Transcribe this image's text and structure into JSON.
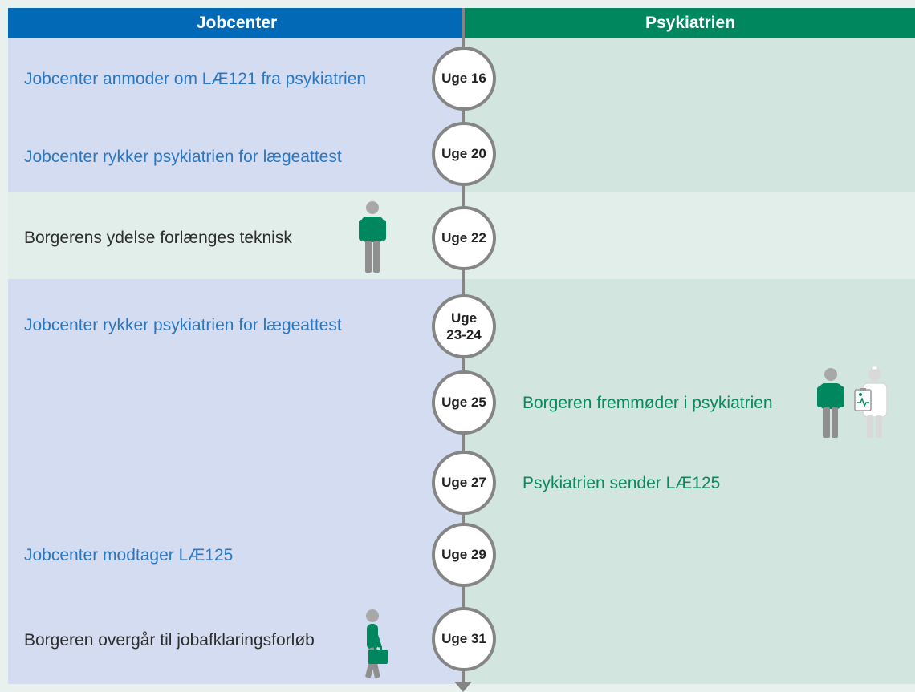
{
  "columns": {
    "left": "Jobcenter",
    "right": "Psykiatrien"
  },
  "colors": {
    "jobcenter": "#0169b5",
    "psykiatrien": "#00875d",
    "blue_text": "#2a76c0",
    "green_text": "#0a8a5c"
  },
  "timeline": [
    {
      "week": "Uge 16",
      "side": "left",
      "text": "Jobcenter anmoder om LÆ121 fra psykiatrien"
    },
    {
      "week": "Uge 20",
      "side": "left",
      "text": "Jobcenter rykker psykiatrien for lægeattest"
    },
    {
      "week": "Uge 22",
      "side": "left",
      "text": "Borgerens ydelse forlænges teknisk",
      "icon": "person-icon"
    },
    {
      "week": "Uge 23-24",
      "side": "left",
      "text": "Jobcenter rykker psykiatrien for lægeattest"
    },
    {
      "week": "Uge 25",
      "side": "right",
      "text": "Borgeren fremmøder i psykiatrien",
      "icon": "person-and-doctor-icon"
    },
    {
      "week": "Uge 27",
      "side": "right",
      "text": "Psykiatrien sender LÆ125"
    },
    {
      "week": "Uge 29",
      "side": "left",
      "text": "Jobcenter modtager LÆ125"
    },
    {
      "week": "Uge 31",
      "side": "left",
      "text": "Borgeren overgår til jobafklaringsforløb",
      "icon": "walking-person-briefcase-icon"
    }
  ]
}
